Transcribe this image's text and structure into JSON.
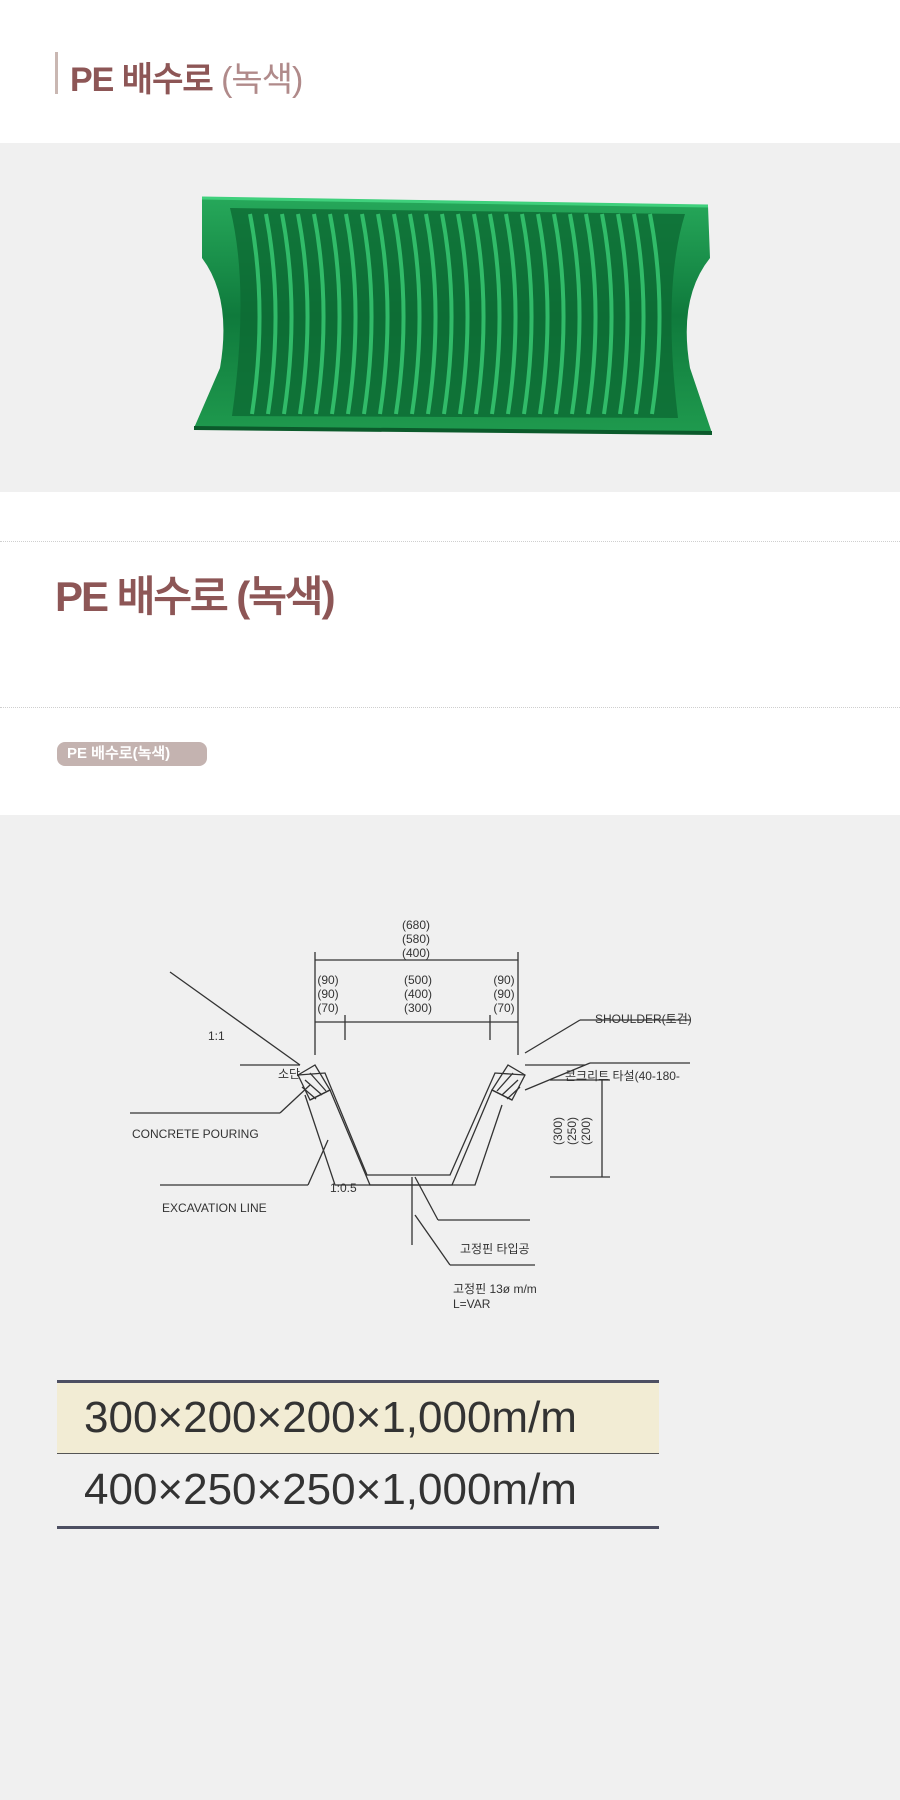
{
  "header": {
    "title_main": "PE 배수로",
    "title_paren": "(녹색)"
  },
  "product": {
    "title_main": "PE 배수로",
    "title_paren": "(녹색)",
    "tag": "PE 배수로(녹색)"
  },
  "diagram": {
    "dims_top": [
      "(680)",
      "(580)",
      "(400)"
    ],
    "dims_left": [
      "(90)",
      "(90)",
      "(70)"
    ],
    "dims_center": [
      "(500)",
      "(400)",
      "(300)"
    ],
    "dims_right": [
      "(90)",
      "(90)",
      "(70)"
    ],
    "dims_height": [
      "(300)",
      "(250)",
      "(200)"
    ],
    "slope_top": "1:1",
    "slope_side": "1:0.5",
    "label_sodan": "소단",
    "label_concrete_pouring": "CONCRETE POURING",
    "label_excavation": "EXCAVATION LINE",
    "label_shoulder": "SHOULDER(토건)",
    "label_concrete_placing": "콘크리트 타설(40-180-",
    "label_pin_hole": "고정핀 타입공",
    "label_pin": "고정핀 13ø m/m",
    "label_pin_len": "L=VAR"
  },
  "specs": [
    "300×200×200×1,000m/m",
    "400×250×250×1,000m/m"
  ],
  "colors": {
    "title": "#8d5656",
    "tag_bg": "#c4b3b0",
    "product_green": "#1f9a4e",
    "spec_highlight": "#f2ecd4"
  }
}
